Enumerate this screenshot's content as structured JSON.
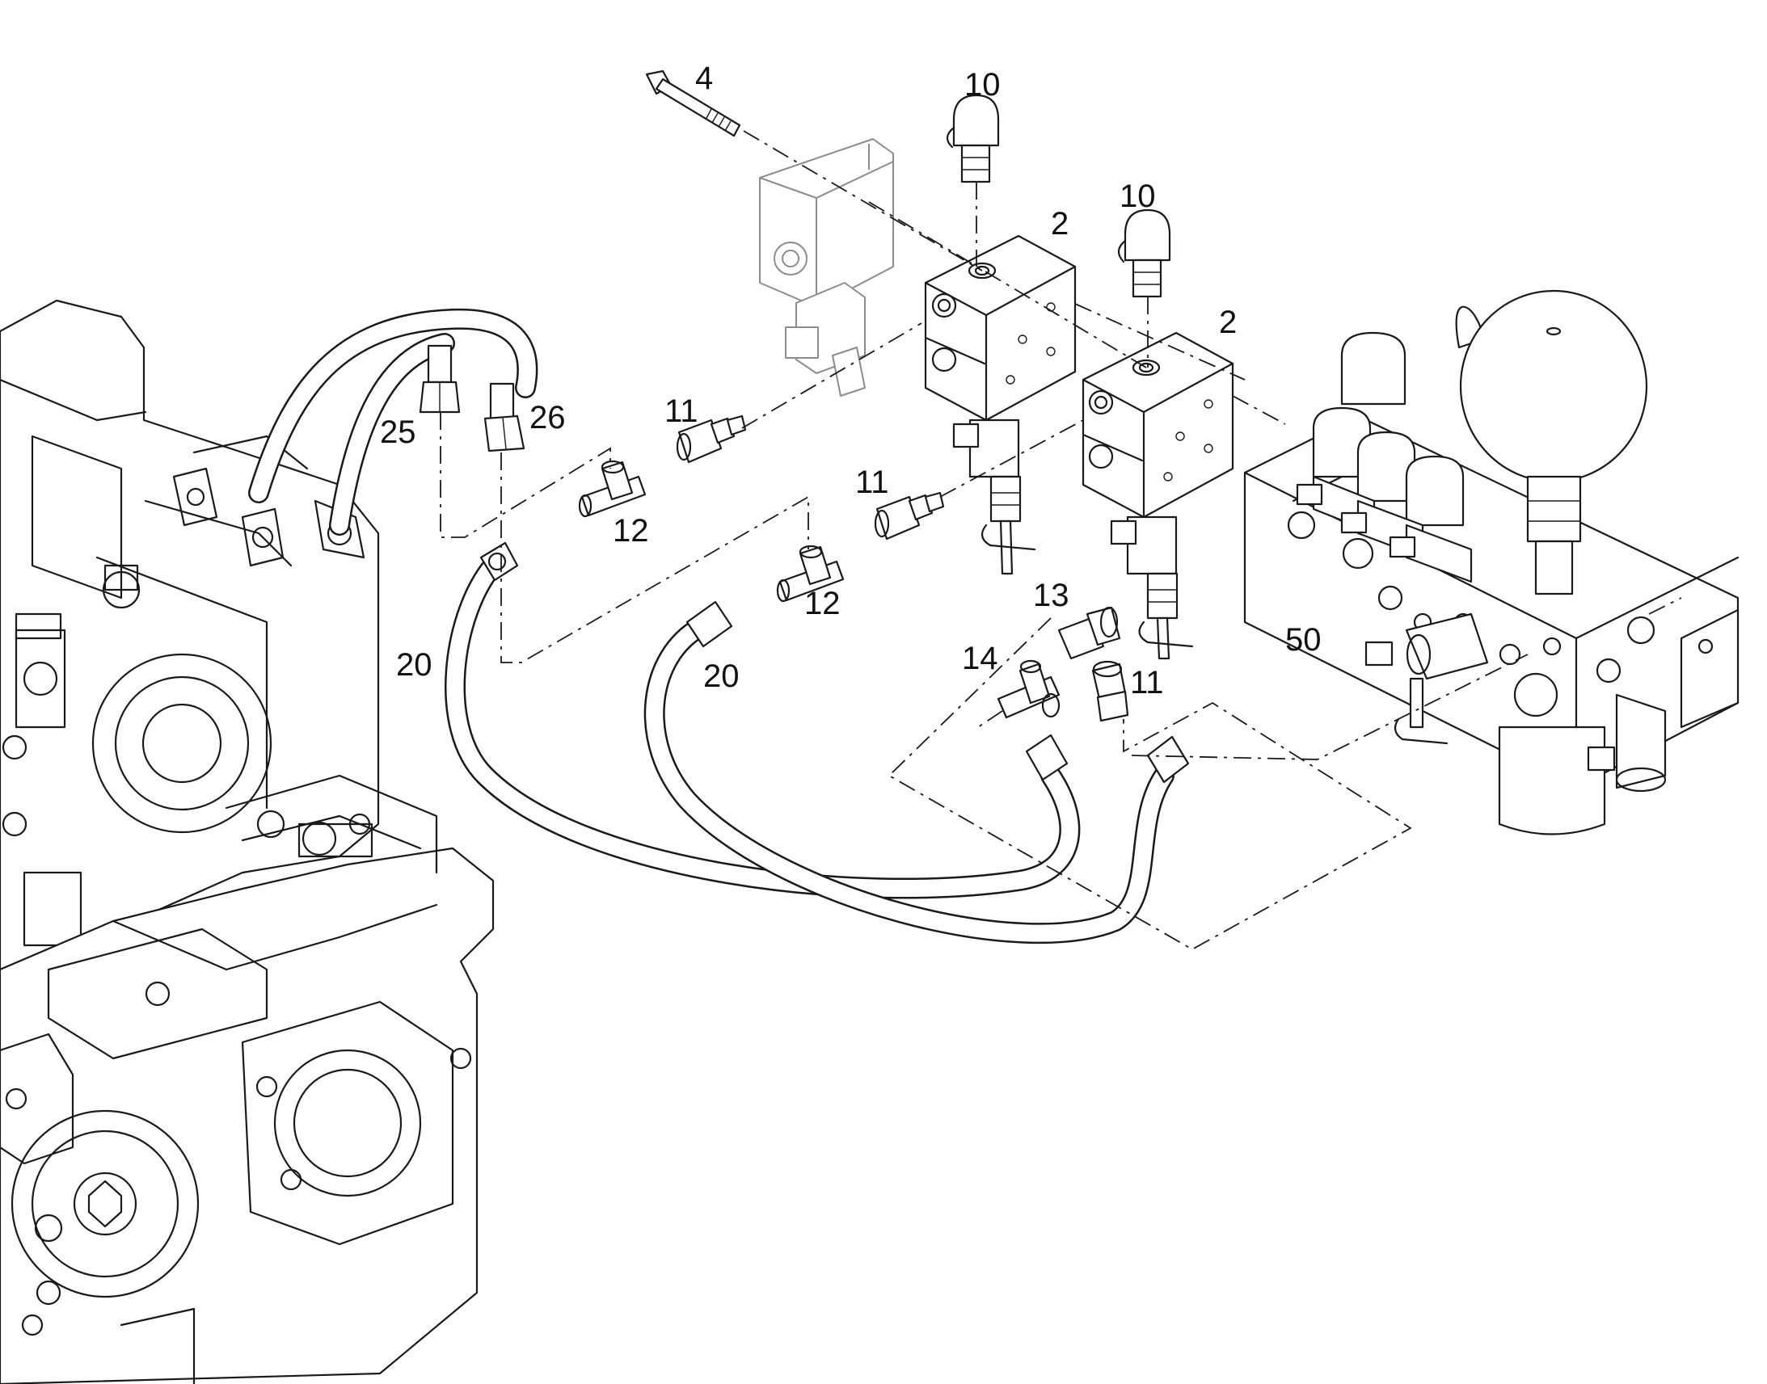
{
  "callouts": [
    {
      "id": "c4",
      "text": "4"
    },
    {
      "id": "c10a",
      "text": "10"
    },
    {
      "id": "c10b",
      "text": "10"
    },
    {
      "id": "c2a",
      "text": "2"
    },
    {
      "id": "c2b",
      "text": "2"
    },
    {
      "id": "c11a",
      "text": "11"
    },
    {
      "id": "c11b",
      "text": "11"
    },
    {
      "id": "c11c",
      "text": "11"
    },
    {
      "id": "c12a",
      "text": "12"
    },
    {
      "id": "c12b",
      "text": "12"
    },
    {
      "id": "c13",
      "text": "13"
    },
    {
      "id": "c14",
      "text": "14"
    },
    {
      "id": "c20a",
      "text": "20"
    },
    {
      "id": "c20b",
      "text": "20"
    },
    {
      "id": "c25",
      "text": "25"
    },
    {
      "id": "c26",
      "text": "26"
    },
    {
      "id": "c50",
      "text": "50"
    }
  ]
}
